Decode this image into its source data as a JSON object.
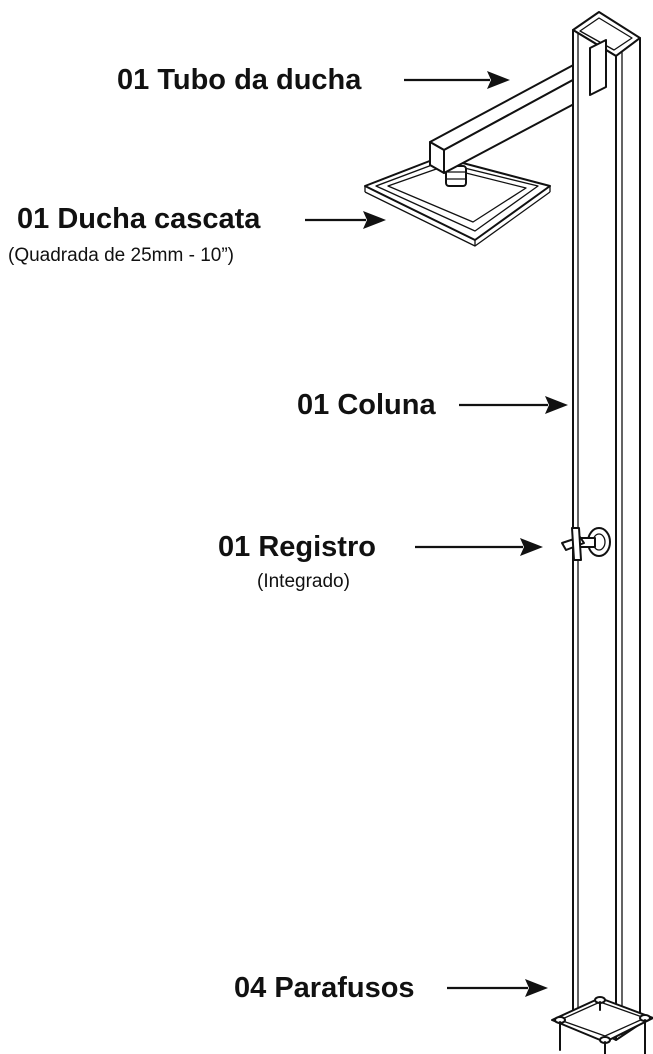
{
  "labels": {
    "tubo": "01 Tubo da ducha",
    "ducha": "01 Ducha cascata",
    "ducha_sub": "(Quadrada de 25mm - 10”)",
    "coluna": "01 Coluna",
    "registro": "01 Registro",
    "registro_sub": "(Integrado)",
    "parafusos": "04 Parafusos"
  },
  "colors": {
    "ink": "#111111",
    "background": "#ffffff"
  }
}
